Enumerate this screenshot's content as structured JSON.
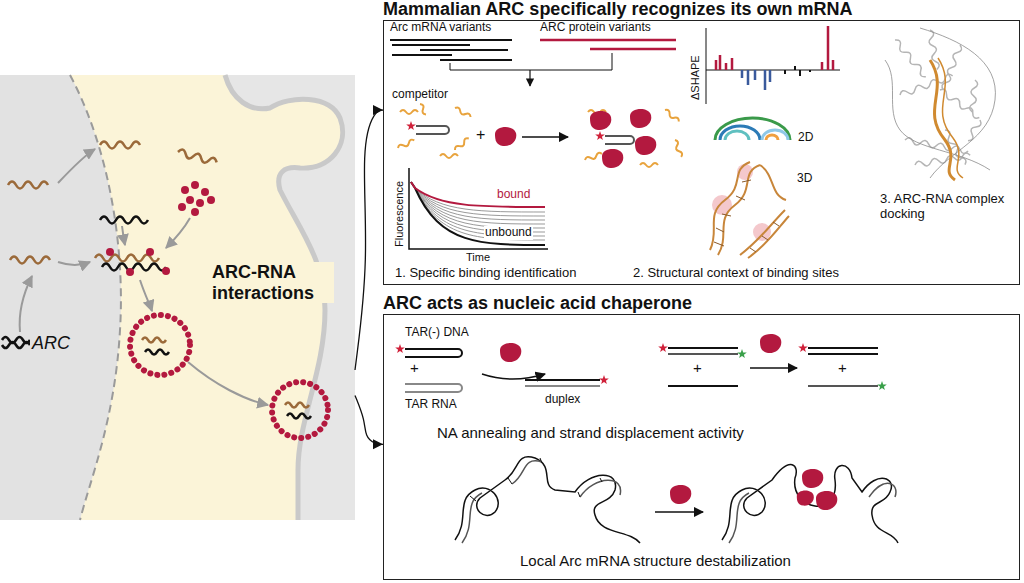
{
  "diagram": {
    "nodes": [
      {
        "text": [
          "ARC-RNA interactions",
          "ARC"
        ]
      },
      {
        "text": [
          "Mammalian ARC specifically recognizes its own mRNA"
        ]
      },
      {
        "text": [
          "ARC acts as nucleic acid chaperone"
        ]
      }
    ],
    "edges": [
      {
        "from": 0,
        "to": 1,
        "arrow": "to"
      },
      {
        "from": 0,
        "to": 2,
        "arrow": "to"
      }
    ],
    "labels": [
      "Arc mRNA variants",
      "ARC protein variants",
      "competitor",
      "+",
      "bound",
      "unbound",
      "Fluorescence",
      "Time",
      "1. Specific binding identification",
      "ΔSHAPE",
      "2D",
      "3D",
      "2. Structural context of binding sites",
      "3. ARC-RNA complex docking",
      "TAR(-) DNA",
      "+",
      "TAR RNA",
      "duplex",
      "+",
      "+",
      "NA annealing and strand displacement activity",
      "Local Arc mRNA structure destabilization"
    ]
  }
}
